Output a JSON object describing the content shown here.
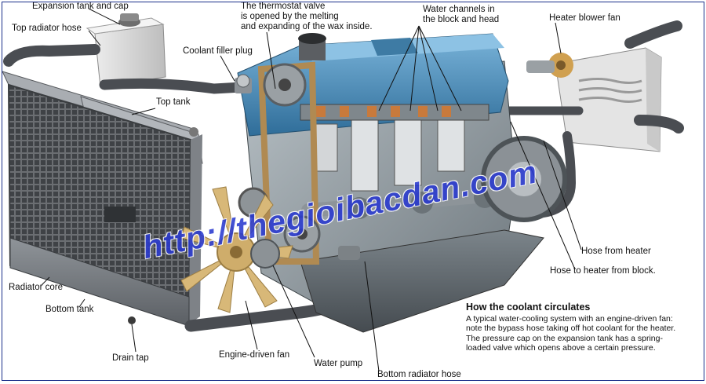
{
  "labels": {
    "expansion_tank": "Expansion tank and cap",
    "thermostat": "The thermostat valve\nis opened by the melting\nand expanding of the wax inside.",
    "water_channels": "Water channels in\nthe block and head",
    "heater_blower_fan": "Heater blower fan",
    "top_radiator_hose": "Top radiator hose",
    "coolant_filler_plug": "Coolant filler plug",
    "top_tank": "Top tank",
    "hose_from_heater": "Hose from heater",
    "hose_to_heater": "Hose to heater from block.",
    "radiator_core": "Radiator core",
    "bottom_tank": "Bottom tank",
    "drain_tap": "Drain tap",
    "engine_driven_fan": "Engine-driven fan",
    "water_pump": "Water pump",
    "bottom_radiator_hose": "Bottom radiator hose"
  },
  "caption": {
    "title": "How the coolant circulates",
    "body": "A typical water-cooling system with an engine-driven fan: note the bypass hose taking off hot coolant for the heater. The pressure cap on the expansion tank has a spring-loaded valve which opens above a certain pressure."
  },
  "watermark": "http://thegioibacdan.com",
  "colors": {
    "frame": "#1a2f8a",
    "engine_head": "#4f8fb8",
    "radiator": "#5c5f66",
    "hose": "#4a4d52",
    "fan": "#d8b878",
    "watermark": "#2a3ad0"
  }
}
